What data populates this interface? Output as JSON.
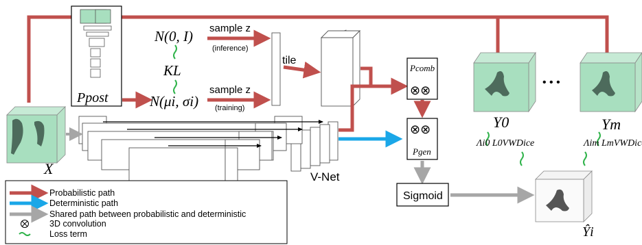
{
  "colors": {
    "probabilistic": "#c0504d",
    "deterministic": "#1aa7e8",
    "shared": "#a6a6a6",
    "loss": "#2fb34a",
    "volume": "#a8dfbf",
    "volume_dark": "#5a5a5a"
  },
  "labels": {
    "normal_prior": "N(0, I)",
    "kl": "KL",
    "normal_post": "N(μi, σi)",
    "sample_z_top": "sample z",
    "inference": "(inference)",
    "sample_z_bottom": "sample z",
    "training": "(training)",
    "tile": "tile",
    "p_post": "Ppost",
    "p_comb": "Pcomb",
    "p_gen": "Pgen",
    "conv_symbols": "⊗⊗",
    "vnet": "V-Net",
    "sigmoid": "Sigmoid",
    "x": "X",
    "y0": "Y0",
    "ym": "Ym",
    "yhat": "Ŷi",
    "dots": "• • •",
    "loss0": "Λi0 L0VWDice",
    "lossm": "Λim LmVWDice"
  },
  "legend": [
    {
      "icon": "red-arrow-icon",
      "label": "Probabilistic path"
    },
    {
      "icon": "blue-arrow-icon",
      "label": "Deterministic path"
    },
    {
      "icon": "gray-arrow-icon",
      "label": "Shared path between probabilistic and deterministic"
    },
    {
      "icon": "otimes-icon",
      "label": "3D convolution"
    },
    {
      "icon": "loss-tilde-icon",
      "label": "Loss term"
    }
  ]
}
